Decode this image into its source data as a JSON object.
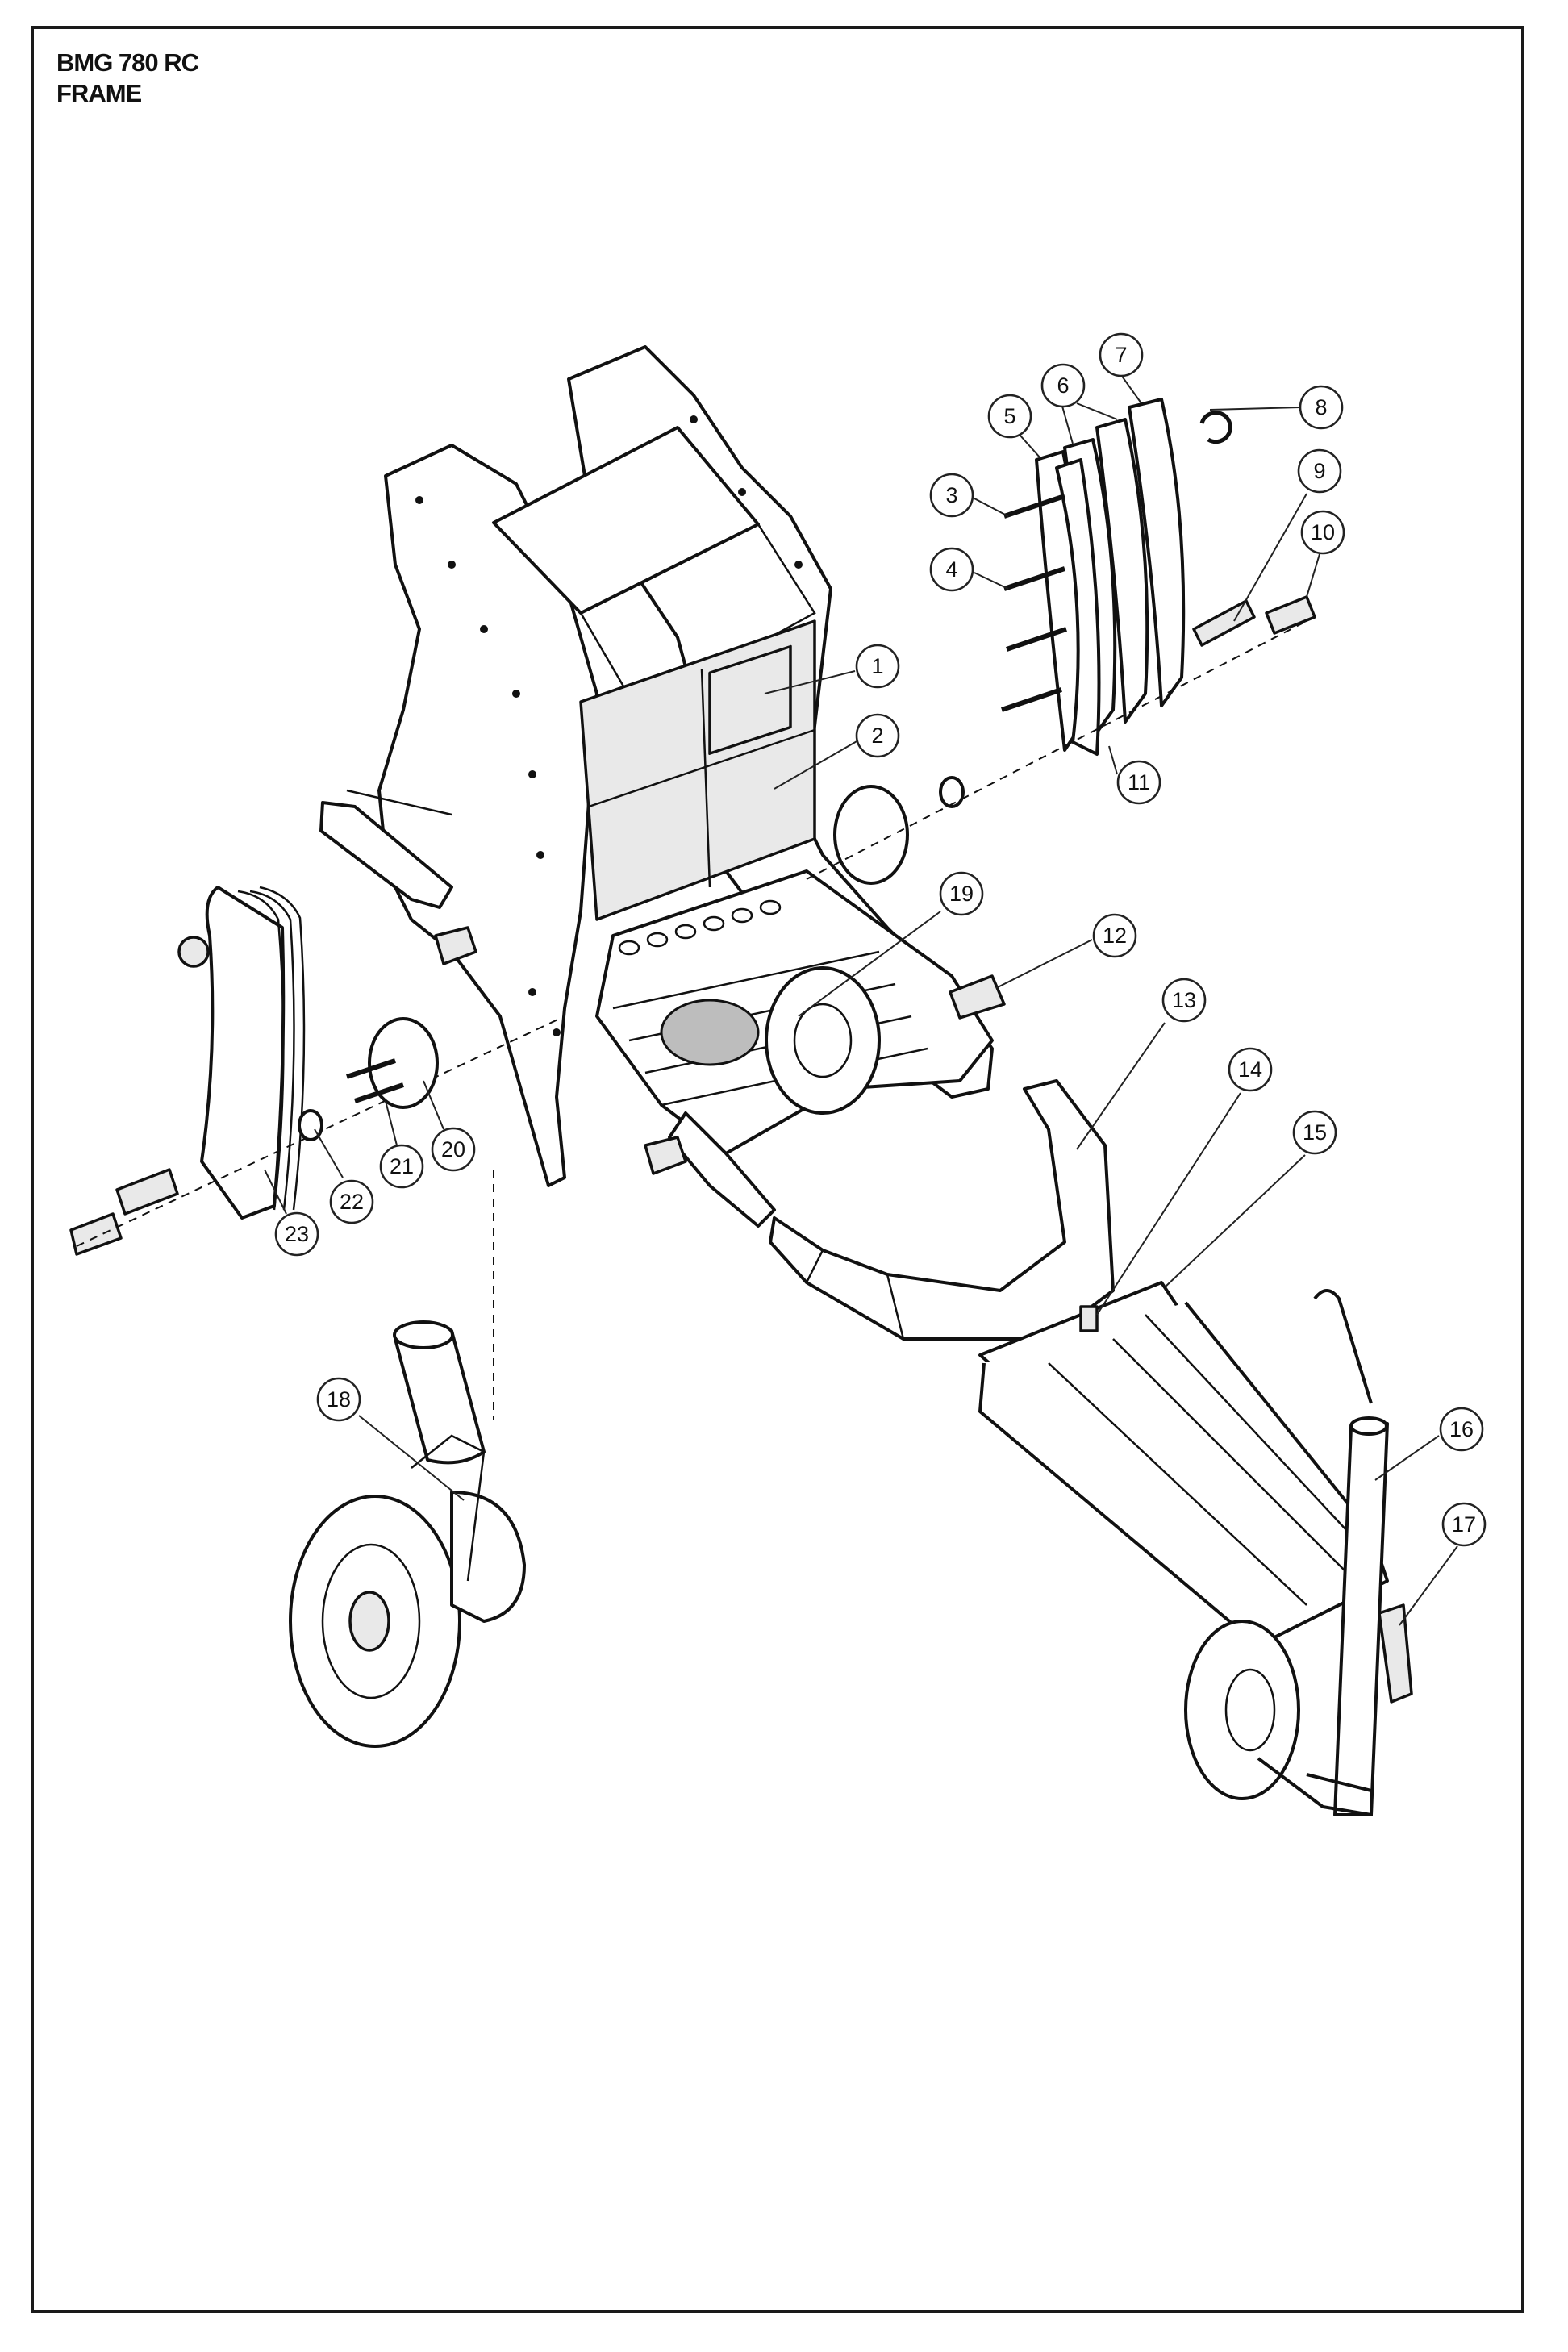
{
  "header": {
    "model": "BMG 780 RC",
    "section": "FRAME"
  },
  "callouts": [
    "1",
    "2",
    "3",
    "4",
    "5",
    "6",
    "6",
    "7",
    "8",
    "9",
    "10",
    "11",
    "12",
    "13",
    "14",
    "15",
    "16",
    "17",
    "18",
    "19",
    "20",
    "21",
    "22",
    "23"
  ]
}
